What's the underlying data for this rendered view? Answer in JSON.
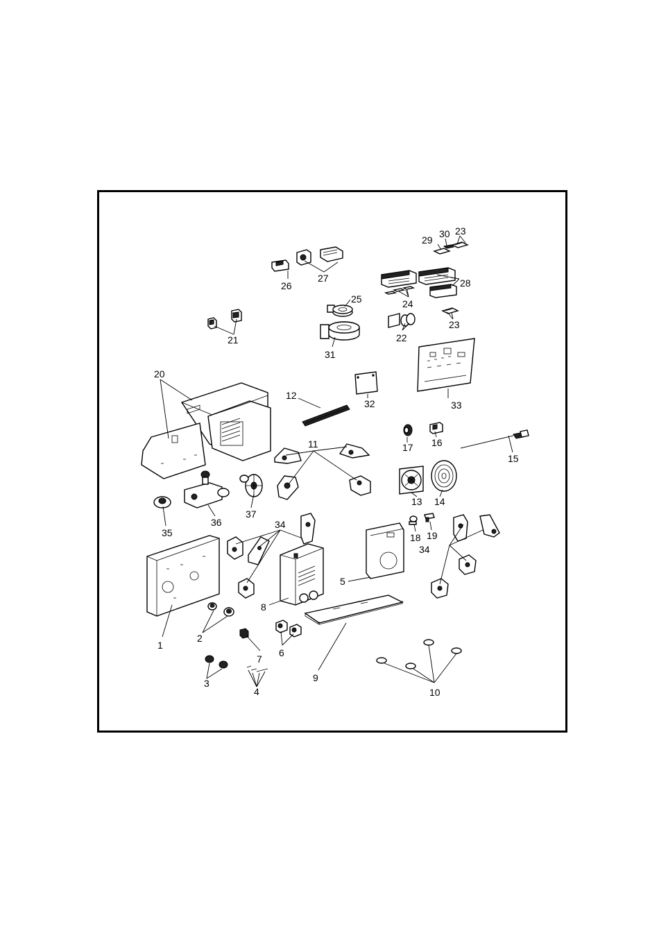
{
  "labels": {
    "l1": "1",
    "l2": "2",
    "l3": "3",
    "l4": "4",
    "l5": "5",
    "l6": "6",
    "l7": "7",
    "l8": "8",
    "l9": "9",
    "l10": "10",
    "l11": "11",
    "l12": "12",
    "l13": "13",
    "l14": "14",
    "l15": "15",
    "l16": "16",
    "l17": "17",
    "l18": "18",
    "l19": "19",
    "l20": "20",
    "l21": "21",
    "l22": "22",
    "l23a": "23",
    "l23b": "23",
    "l24": "24",
    "l25": "25",
    "l26": "26",
    "l27": "27",
    "l28": "28",
    "l29": "29",
    "l30": "30",
    "l31": "31",
    "l32": "32",
    "l33": "33",
    "l34a": "34",
    "l34b": "34",
    "l35": "35",
    "l36": "36",
    "l37": "37"
  }
}
